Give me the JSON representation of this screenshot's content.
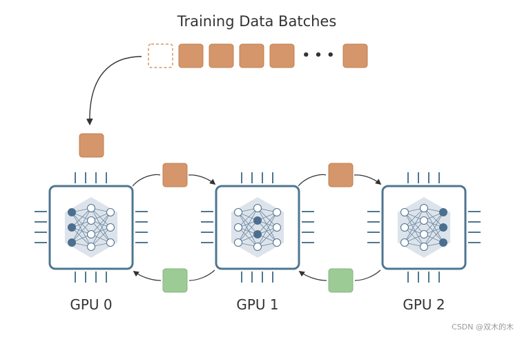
{
  "title": "Training Data Batches",
  "queue": {
    "ellipsis": "• • •",
    "filled_batches": 5
  },
  "gpus": [
    {
      "label": "GPU 0",
      "highlighted_layer": "input"
    },
    {
      "label": "GPU 1",
      "highlighted_layer": "hidden"
    },
    {
      "label": "GPU 2",
      "highlighted_layer": "output"
    }
  ],
  "watermark": "CSDN @双木的木",
  "colors": {
    "batch": "#d4966a",
    "batch_border": "#c08050",
    "gradient": "#9ccb95",
    "chip_border": "#4d7690",
    "pins": "#4d7690",
    "hexagon": "#dde3ea",
    "node_active": "#4c6f8f",
    "node_idle": "#ffffff",
    "text": "#333333",
    "arrow": "#333333"
  },
  "icons": {
    "placeholder_batch": "dashed-square",
    "batch": "orange-square",
    "gradient": "green-square",
    "network": "neural-network-hexagon"
  }
}
